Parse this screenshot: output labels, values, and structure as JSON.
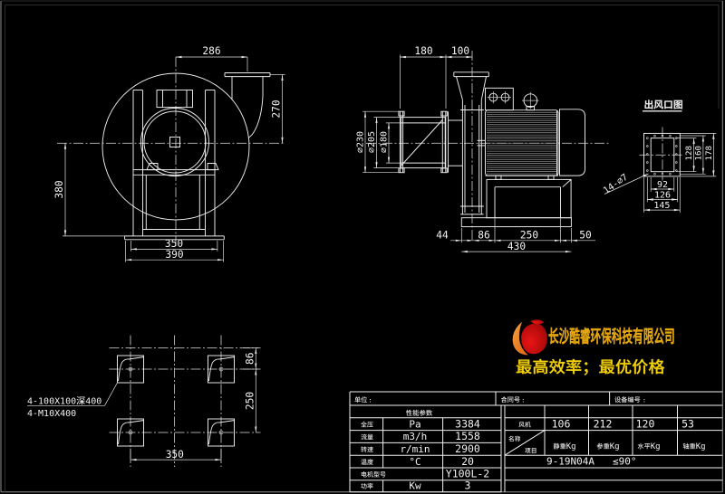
{
  "canvas": {
    "background": "#000000",
    "line_color": "#e8e8e8"
  },
  "views": {
    "front": {
      "dims": {
        "outlet_offset": "286",
        "outlet_height": "270",
        "axis_height": "380",
        "bolt_span": "350",
        "base_width": "390"
      }
    },
    "side": {
      "dims": {
        "inlet_length": "180",
        "outlet_offset": "100",
        "flange_od": "⌀230",
        "bolt_circle": "⌀205",
        "bore": "⌀180",
        "seg_44": "44",
        "seg_86": "86",
        "seg_250": "250",
        "seg_50": "50",
        "base_total": "430"
      }
    },
    "outlet": {
      "title": "出风口图",
      "holes_note": "14-⌀7",
      "dims": {
        "w_opening": "92",
        "w_bolts": "126",
        "w_flange": "145",
        "h_opening": "128",
        "h_bolts": "160",
        "h_flange": "178"
      }
    },
    "foundation": {
      "dims": {
        "pitch_x": "350",
        "pitch_y": "250",
        "offset_y": "86"
      },
      "note1": {
        "text": "4-100X100深400",
        "pre": "4-100X100",
        "cjk": "深",
        "post": "400"
      },
      "note2": {
        "text": "4-M10X400"
      }
    }
  },
  "logo": {
    "company": "长沙酷睿环保科技有限公司",
    "slogan": "最高效率；最优价格",
    "colors": {
      "flame_red": "#c81010",
      "flame_orange": "#e8772a",
      "company_gold": "#e2a50f",
      "slogan_yellow": "#f2d00c"
    }
  },
  "table": {
    "header_row": {
      "unit_label": "单位",
      "colon": ":",
      "contract_label": "合同号",
      "equipment_label": "设备编号"
    },
    "perf": {
      "header": "性能参数",
      "rows": [
        {
          "label": "全压",
          "unit": "Pa",
          "value": "3384"
        },
        {
          "label": "流量",
          "unit": "m3/h",
          "value": "1558"
        },
        {
          "label": "转速",
          "unit": "r/min",
          "value": "2900"
        },
        {
          "label": "温度",
          "unit": "°C",
          "value": "20"
        },
        {
          "label": "电机型号",
          "unit": "",
          "value": "Y100L-2"
        },
        {
          "label": "功率",
          "unit": "Kw",
          "value": "3"
        }
      ]
    },
    "weights": {
      "row_label": "风机",
      "diag_top": "名称",
      "diag_bottom": "项目",
      "values": [
        "106",
        "212",
        "120",
        "53"
      ],
      "labels": [
        {
          "cjk": "静重",
          "suffix": "Kg"
        },
        {
          "cjk": "参重",
          "suffix": "Kg"
        },
        {
          "cjk": "水平",
          "suffix": "Kg"
        },
        {
          "cjk": "轴重",
          "suffix": "Kg"
        }
      ],
      "model": "9-19N04A",
      "angle": "≤90°"
    }
  }
}
